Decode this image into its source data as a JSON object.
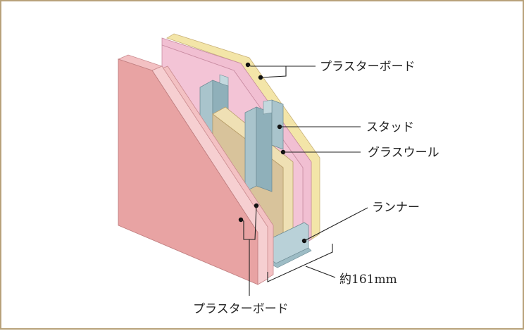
{
  "labels": {
    "plasterboard_top": "プラスターボード",
    "stud": "スタッド",
    "glass_wool": "グラスウール",
    "runner": "ランナー",
    "thickness": "約161mm",
    "plasterboard_bottom": "プラスターボード"
  },
  "colors": {
    "border": "#b8a27a",
    "board_front": "#e8a3a3",
    "board_front_edge": "#f3c1c3",
    "board_back": "#f1bfd2",
    "board_back_edge": "#f7d6e1",
    "board_core": "#f3e5a8",
    "stud": "#a9c4cc",
    "stud_dark": "#7f9ea8",
    "glass_wool": "#d8c39b",
    "glass_wool_edge": "#efe0b4",
    "runner": "#b9d1d8"
  }
}
